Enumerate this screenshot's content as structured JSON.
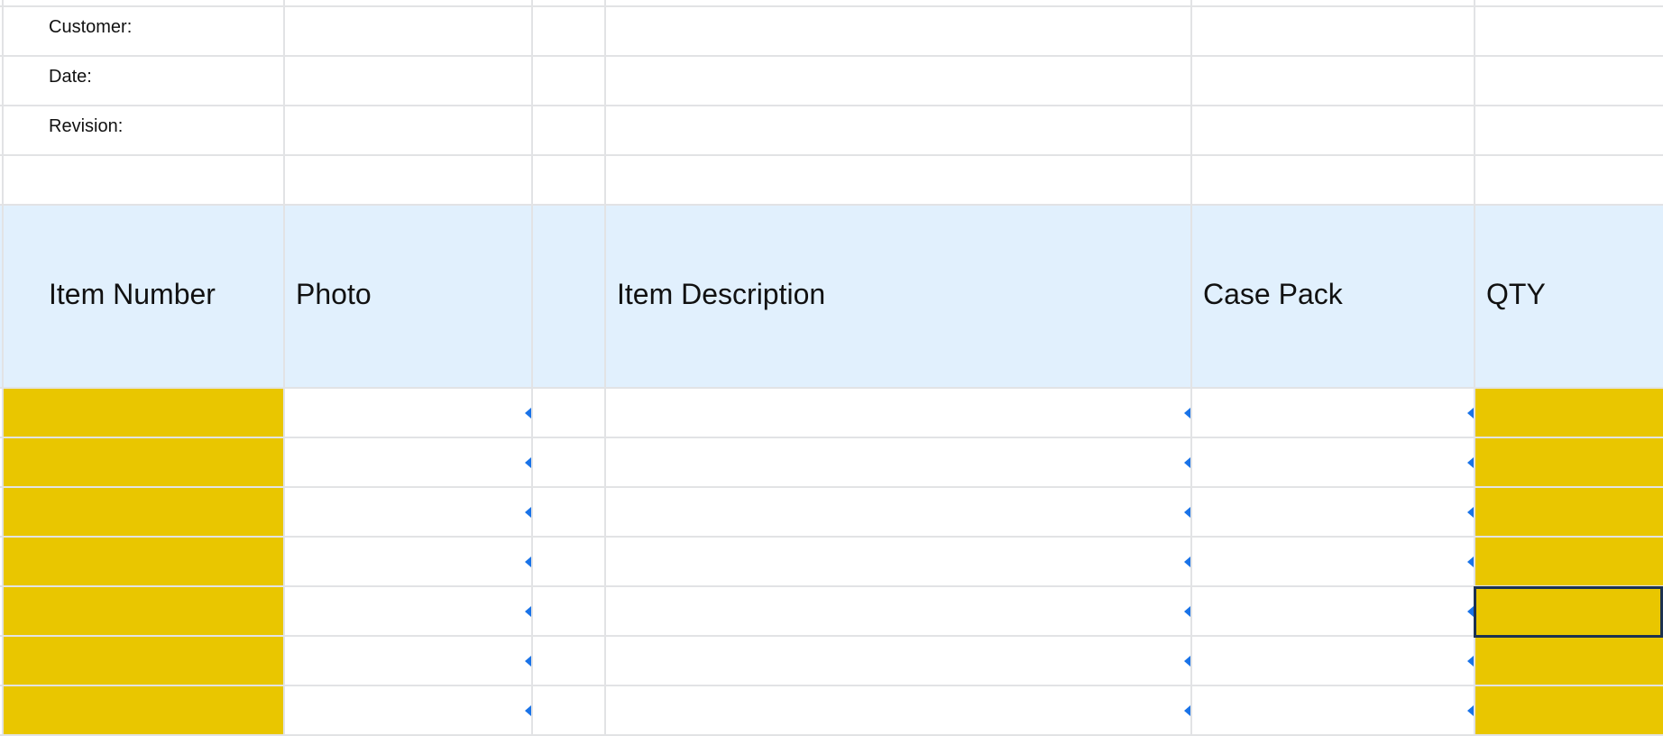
{
  "meta": {
    "customer_label": "Customer:",
    "date_label": "Date:",
    "revision_label": "Revision:"
  },
  "headers": {
    "item_number": "Item Number",
    "photo": "Photo",
    "item_description": "Item Description",
    "case_pack": "Case Pack",
    "qty": "QTY"
  },
  "colors": {
    "header_fill": "#e1f0fd",
    "highlight_fill": "#e9c600",
    "gridline": "#e2e3e5",
    "dropdown_marker": "#1a73e8",
    "selection_border": "#1d3250"
  },
  "icons": {
    "dropdown_marker": "dropdown-triangle-icon"
  },
  "data_rows": 7,
  "selected_cell": "QTY row 5"
}
